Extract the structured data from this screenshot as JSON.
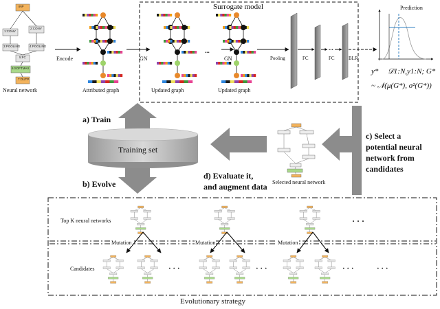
{
  "neural_network": {
    "caption": "Neural network",
    "layers": [
      "INP",
      "1:CONV",
      "2:CONV",
      "3:POOLING",
      "4:POOLING",
      "5:FC",
      "6:SOFTMAX",
      "7:OUTP"
    ]
  },
  "encode_label": "Encode",
  "attributed_graph_caption": "Attributed graph",
  "updated_graph_caption_1": "Updated graph",
  "updated_graph_caption_2": "Updated graph",
  "surrogate": {
    "title": "Surrogate model",
    "gn_1": "GN",
    "gn_2": "GN",
    "ellipsis": "...",
    "pooling": "Pooling",
    "fc_1": "FC",
    "fc_ellipsis": "...",
    "fc_2": "FC",
    "blr": "BLR"
  },
  "prediction": {
    "title": "Prediction",
    "y_star": "y*",
    "dataset_expr": "𝒟1:N,y1:N; G*",
    "dist_expr": "~ 𝒩(μ(G*), σ²(G*))"
  },
  "steps": {
    "train": "a) Train",
    "evolve": "b) Evolve",
    "select_line1": "c) Select a",
    "select_line2": "potential neural",
    "select_line3": "network from",
    "select_line4": "candidates",
    "evaluate_line1": "d) Evaluate it,",
    "evaluate_line2": "and augment data"
  },
  "training_set": "Training set",
  "selected_nn_caption": "Selected neural network",
  "evolution": {
    "top_k": "Top K neural networks",
    "candidates": "Candidates",
    "mutation_1": "Mutation",
    "mutation_2": "Mutation",
    "mutation_3": "Mutation",
    "ellipsis_top": "· · ·",
    "ellipsis_c1": "· · ·",
    "ellipsis_c2": "· · ·",
    "ellipsis_c3": "· · ·",
    "ellipsis_c4": "· · ·",
    "title": "Evolutionary strategy"
  },
  "colors": {
    "arrow_gray": "#8c8c8c",
    "node_black": "#111111",
    "node_orange": "#e8892b",
    "node_green": "#9ed36a",
    "box_orange": "#f3b35c",
    "box_green": "#a9d98a",
    "box_gray": "#e4e4e4",
    "dashed_line": "#2f7fc1"
  }
}
